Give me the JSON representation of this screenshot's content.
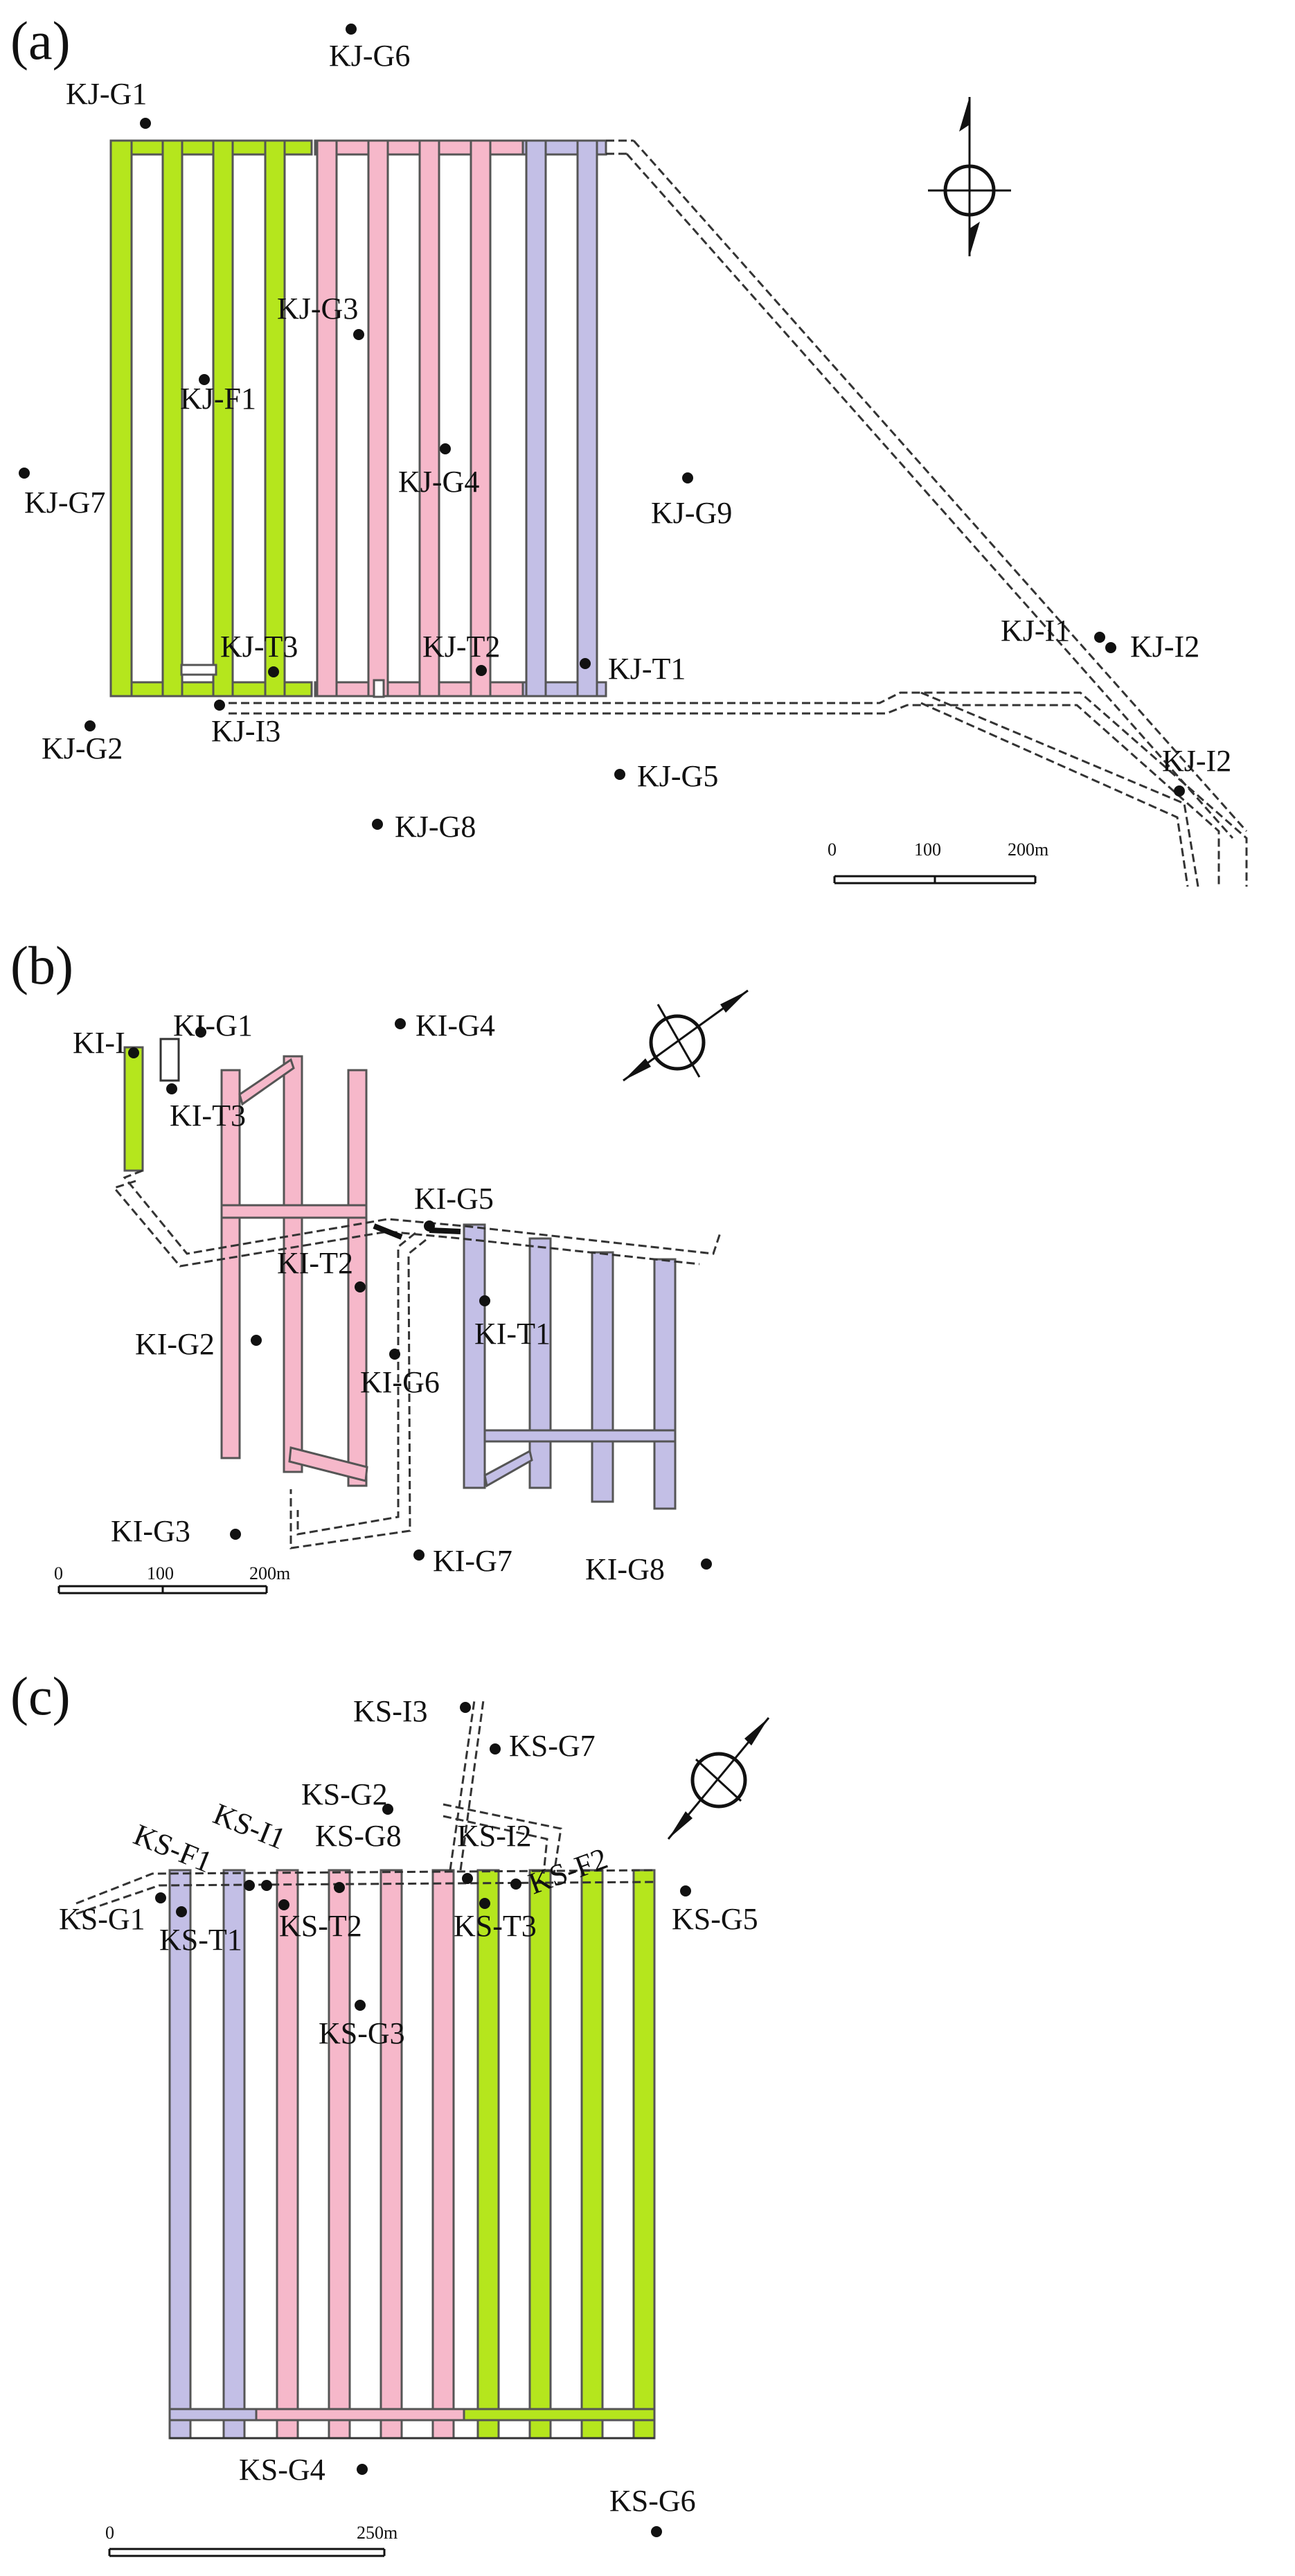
{
  "panels": [
    {
      "label": "(a)",
      "scale": {
        "ticks": [
          "0",
          "100",
          "200m"
        ]
      },
      "points": [
        "KJ-G1",
        "KJ-G2",
        "KJ-G3",
        "KJ-G4",
        "KJ-G5",
        "KJ-G6",
        "KJ-G7",
        "KJ-G8",
        "KJ-G9",
        "KJ-F1",
        "KJ-T1",
        "KJ-T2",
        "KJ-T3",
        "KJ-I1",
        "KJ-I2",
        "KJ-I2",
        "KJ-I3"
      ]
    },
    {
      "label": "(b)",
      "scale": {
        "ticks": [
          "0",
          "100",
          "200m"
        ]
      },
      "points": [
        "KI-I",
        "KI-G1",
        "KI-G2",
        "KI-G3",
        "KI-G4",
        "KI-G5",
        "KI-G6",
        "KI-G7",
        "KI-G8",
        "KI-T1",
        "KI-T2",
        "KI-T3"
      ]
    },
    {
      "label": "(c)",
      "scale": {
        "ticks": [
          "0",
          "250m"
        ]
      },
      "points": [
        "KS-G1",
        "KS-G2",
        "KS-G3",
        "KS-G4",
        "KS-G5",
        "KS-G6",
        "KS-G7",
        "KS-G8",
        "KS-F1",
        "KS-F2",
        "KS-I1",
        "KS-I2",
        "KS-I3",
        "KS-T1",
        "KS-T2",
        "KS-T3"
      ]
    }
  ],
  "colors": {
    "green": "#b5e61d",
    "pink": "#f6b8ca",
    "lavender": "#c3bfe6",
    "line": "#333333"
  }
}
